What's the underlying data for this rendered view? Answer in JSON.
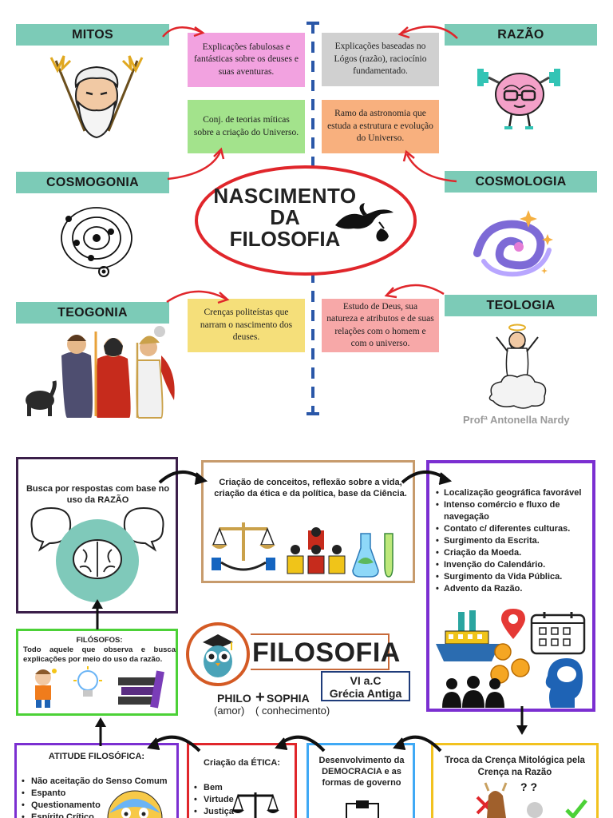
{
  "top": {
    "center_title": [
      "NASCIMENTO",
      "DA",
      "FILOSOFIA"
    ],
    "mitos": {
      "label": "MITOS",
      "note": "Explicações fabulosas e fantásticas sobre os deuses e suas aventuras.",
      "note_color": "#f2a2e0"
    },
    "cosmogonia": {
      "label": "COSMOGONIA",
      "note": "Conj. de teorias míticas sobre a criação do Universo.",
      "note_color": "#a3e38c"
    },
    "teogonia": {
      "label": "TEOGONIA",
      "note": "Crenças politeístas que narram o nascimento dos deuses.",
      "note_color": "#f5df7a"
    },
    "razao": {
      "label": "RAZÃO",
      "note": "Explicações baseadas no Lógos (razão), raciocínio fundamentado.",
      "note_color": "#d0d0d0"
    },
    "cosmologia": {
      "label": "COSMOLOGIA",
      "note": "Ramo da astronomia que estuda a estrutura e evolução do Universo.",
      "note_color": "#f8b07e"
    },
    "teologia": {
      "label": "TEOLOGIA",
      "note": "Estudo de Deus, sua natureza e atributos e de suas relações com o homem e com o universo.",
      "note_color": "#f7a8a8"
    },
    "credit": "Profª Antonella Nardy",
    "colors": {
      "label_bar": "#7ccbb7",
      "ellipse": "#e0262b",
      "divider": "#2a57a8",
      "arrow": "#e0262b"
    }
  },
  "bottom": {
    "busca": "Busca por respostas com base no uso da RAZÃO",
    "criacao": "Criação de conceitos, reflexão sobre a vida, criação da ética e da política, base da Ciência.",
    "fatores": [
      "Localização geográfica favorável",
      "Intenso comércio e fluxo de navegação",
      "Contato c/ diferentes culturas.",
      "Surgimento da Escrita.",
      "Criação da Moeda.",
      "Invenção do Calendário.",
      "Surgimento da Vida Pública.",
      "Advento da Razão."
    ],
    "filosofos_title": "FILÓSOFOS:",
    "filosofos_text": "Todo aquele que observa e busca explicações por meio do uso da razão.",
    "filosofia_title": "FILOSOFIA",
    "era_line1": "VI a.C",
    "era_line2": "Grécia Antiga",
    "philo": "PHILO",
    "plus": "+",
    "sophia": "SOPHIA",
    "amor": "(amor)",
    "conhecimento": "( conhecimento)",
    "atitude_title": "ATITUDE FILOSÓFICA:",
    "atitude_items": [
      "Não aceitação do Senso Comum",
      "Espanto",
      "Questionamento",
      "Espírito Crítico"
    ],
    "etica_title": "Criação da ÉTICA:",
    "etica_items": [
      "Bem",
      "Virtude",
      "Justiça"
    ],
    "democracia": "Desenvolvimento da DEMOCRACIA e as formas de governo",
    "troca": "Troca da Crença Mitológica pela Crença na Razão",
    "colors": {
      "dark_purple": "#3b1f4a",
      "tan": "#c79b6c",
      "violet": "#7b2fd1",
      "green": "#4cd137",
      "red": "#e0262b",
      "blue": "#3fa9f5",
      "yellow": "#f2c21f"
    }
  }
}
